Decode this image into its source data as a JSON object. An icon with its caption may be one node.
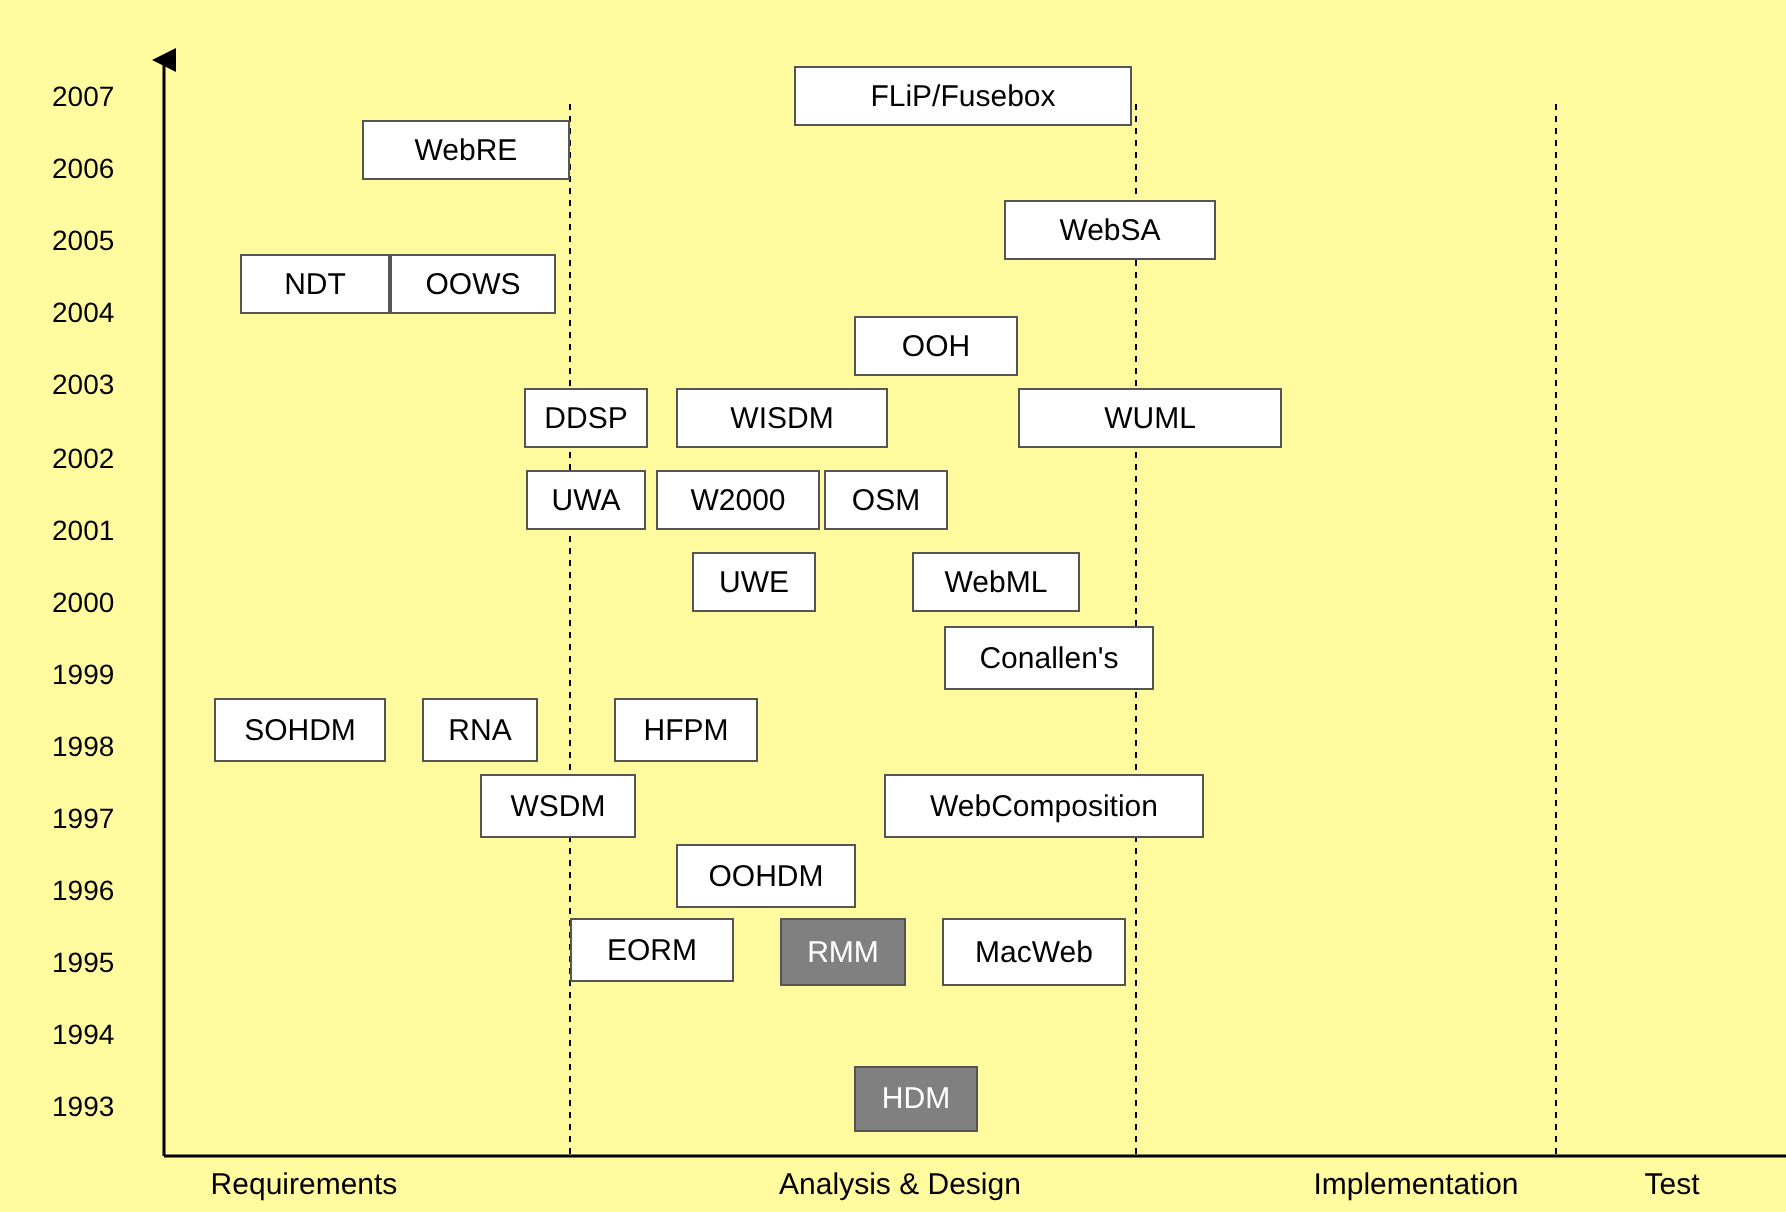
{
  "diagram": {
    "nodes": [
      {
        "text": [
          "WebRE"
        ]
      },
      {
        "text": [
          "FLiP/Fusebox"
        ]
      },
      {
        "text": [
          "WebSA"
        ]
      },
      {
        "text": [
          "NDT"
        ]
      },
      {
        "text": [
          "OOWS"
        ]
      },
      {
        "text": [
          "OOH"
        ]
      },
      {
        "text": [
          "DDSP"
        ]
      },
      {
        "text": [
          "WISDM"
        ]
      },
      {
        "text": [
          "WUML"
        ]
      },
      {
        "text": [
          "UWA"
        ]
      },
      {
        "text": [
          "W2000"
        ]
      },
      {
        "text": [
          "OSM"
        ]
      },
      {
        "text": [
          "UWE"
        ]
      },
      {
        "text": [
          "WebML"
        ]
      },
      {
        "text": [
          "Conallen's"
        ]
      },
      {
        "text": [
          "SOHDM"
        ]
      },
      {
        "text": [
          "RNA"
        ]
      },
      {
        "text": [
          "HFPM"
        ]
      },
      {
        "text": [
          "WSDM"
        ]
      },
      {
        "text": [
          "WebComposition"
        ]
      },
      {
        "text": [
          "OOHDM"
        ]
      },
      {
        "text": [
          "EORM"
        ]
      },
      {
        "text": [
          "RMM"
        ]
      },
      {
        "text": [
          "MacWeb"
        ]
      },
      {
        "text": [
          "HDM"
        ]
      }
    ],
    "labels": [
      "2007",
      "2006",
      "2005",
      "2004",
      "2003",
      "2002",
      "2001",
      "2000",
      "1999",
      "1998",
      "1997",
      "1996",
      "1995",
      "1994",
      "1993",
      "Requirements",
      "Analysis & Design",
      "Implementation",
      "Test"
    ]
  }
}
